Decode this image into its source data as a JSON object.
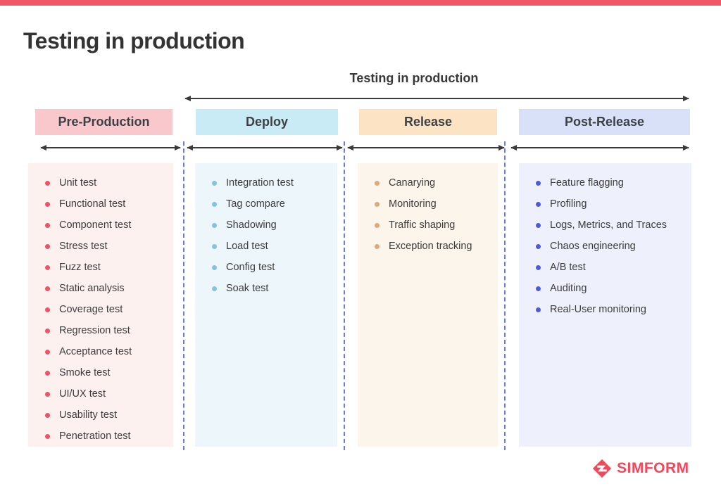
{
  "title": "Testing in production",
  "diagram": {
    "span_label": "Testing in production",
    "columns": [
      {
        "label": "Pre-Production",
        "header_bg": "#F9C8CC",
        "body_bg": "#FDF1F0",
        "bullet_color": "#EE5366",
        "items": [
          "Unit test",
          "Functional test",
          "Component test",
          "Stress test",
          "Fuzz test",
          "Static analysis",
          "Coverage test",
          "Regression test",
          "Acceptance test",
          "Smoke test",
          "UI/UX test",
          "Usability test",
          "Penetration test"
        ]
      },
      {
        "label": "Deploy",
        "header_bg": "#C9EBF6",
        "body_bg": "#EDF6FB",
        "bullet_color": "#85C2DB",
        "items": [
          "Integration test",
          "Tag compare",
          "Shadowing",
          "Load test",
          "Config test",
          "Soak test"
        ]
      },
      {
        "label": "Release",
        "header_bg": "#FBE3C3",
        "body_bg": "#FCF5EC",
        "bullet_color": "#DFA878",
        "items": [
          "Canarying",
          "Monitoring",
          "Traffic shaping",
          "Exception tracking"
        ]
      },
      {
        "label": "Post-Release",
        "header_bg": "#D9E1F8",
        "body_bg": "#EEF1FB",
        "bullet_color": "#4E5BD8",
        "items": [
          "Feature flagging",
          "Profiling",
          "Logs, Metrics, and Traces",
          "Chaos engineering",
          "A/B test",
          "Auditing",
          "Real-User monitoring"
        ]
      }
    ]
  },
  "logo": {
    "text": "SIMFORM",
    "color": "#F2485C"
  },
  "theme": {
    "top_bar_color": "#EF5867",
    "arrow_color": "#3B3B3B",
    "dashed_line_color": "#6B7BE6",
    "title_color": "#333333",
    "body_text_color": "#3C3C3C"
  }
}
